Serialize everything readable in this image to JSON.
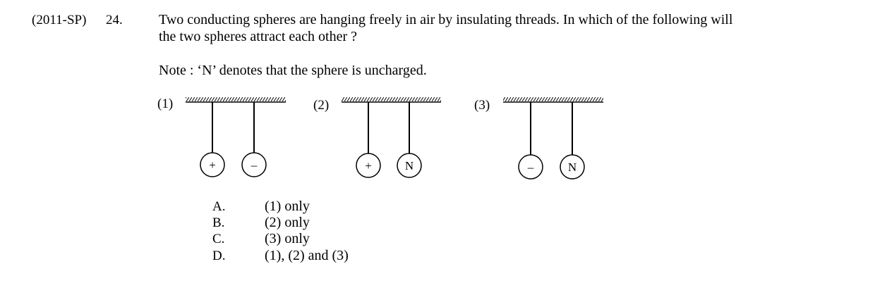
{
  "question": {
    "source": "(2011-SP)",
    "number": "24.",
    "text_line1": "Two conducting spheres are hanging freely in air by insulating threads.  In which of the following will",
    "text_line2": "the two spheres attract each other ?",
    "note": "Note : ‘N’ denotes that the sphere is uncharged."
  },
  "figures": [
    {
      "label": "(1)",
      "left_sphere": "+",
      "right_sphere": "–"
    },
    {
      "label": "(2)",
      "left_sphere": "+",
      "right_sphere": "N"
    },
    {
      "label": "(3)",
      "left_sphere": "–",
      "right_sphere": "N"
    }
  ],
  "options": [
    {
      "letter": "A.",
      "text": "(1) only"
    },
    {
      "letter": "B.",
      "text": "(2) only"
    },
    {
      "letter": "C.",
      "text": "(3) only"
    },
    {
      "letter": "D.",
      "text": "(1), (2) and (3)"
    }
  ]
}
